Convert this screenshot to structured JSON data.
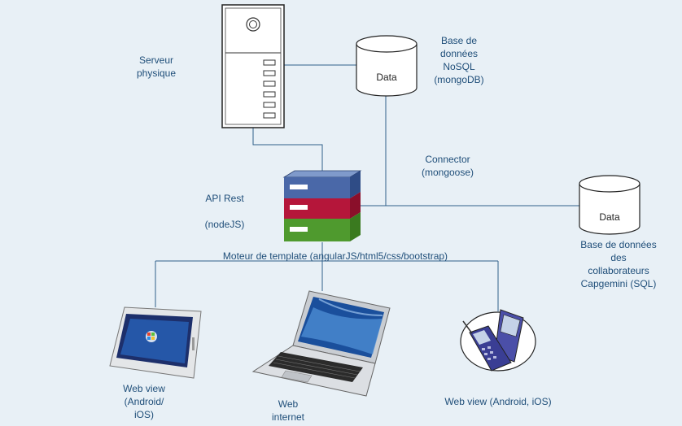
{
  "diagram": {
    "server_label": "Serveur\nphysique",
    "nosql_db": {
      "cylinder_text": "Data",
      "label": "Base de\ndonnées\nNoSQL\n(mongoDB)"
    },
    "connector_label": "Connector\n(mongoose)",
    "api_label": "API Rest\n\n(nodeJS)",
    "sql_db": {
      "cylinder_text": "Data",
      "label": "Base de données\ndes\ncollaborateurs\nCapgemini (SQL)"
    },
    "template_engine_label": "Moteur de template (angularJS/html5/css/bootstrap)",
    "tablet_label": "Web view\n(Android/\niOS)",
    "laptop_label": "Web\ninternet",
    "phone_label": "Web view (Android, iOS)"
  },
  "colors": {
    "line": "#2f5f8a",
    "text": "#1f4e79",
    "background": "#e8f0f6",
    "stack_blue": "#4a68a8",
    "stack_red": "#b5163a",
    "stack_green": "#4f9a2e"
  }
}
